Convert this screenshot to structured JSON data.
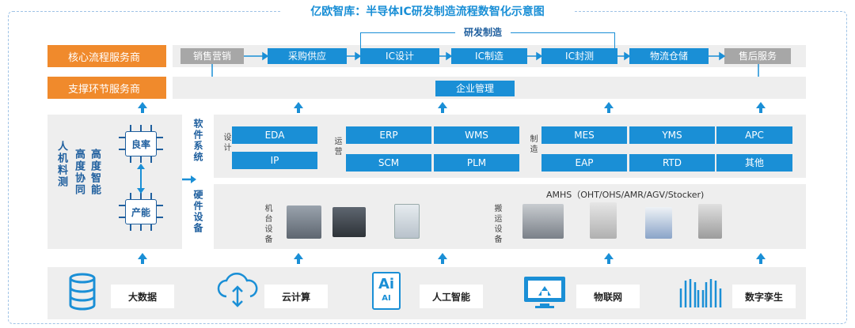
{
  "title": "亿欧智库：半导体IC研发制造流程数智化示意图",
  "rows": {
    "core": "核心流程服务商",
    "support": "支撑环节服务商"
  },
  "process": {
    "group_label": "研发制造",
    "steps": [
      "销售营销",
      "采购供应",
      "IC设计",
      "IC制造",
      "IC封测",
      "物流仓储",
      "售后服务"
    ],
    "enterprise": "企业管理"
  },
  "left_panel": {
    "col1": "人机料测",
    "col2": "高度协同",
    "col3": "高度智能",
    "chip1": "良率",
    "chip2": "产能"
  },
  "software": {
    "label": "软件系统",
    "design_label": "设计",
    "ops_label": "运营",
    "mfg_label": "制造",
    "items": [
      "EDA",
      "IP",
      "ERP",
      "WMS",
      "SCM",
      "PLM",
      "MES",
      "YMS",
      "APC",
      "EAP",
      "RTD",
      "其他"
    ]
  },
  "hardware": {
    "label": "硬件设备",
    "machine_label": "机台设备",
    "handling_label": "搬运设备",
    "amhs": "AMHS（OHT/OHS/AMR/AGV/Stocker)"
  },
  "tech": {
    "items": [
      "大数据",
      "云计算",
      "人工智能",
      "物联网",
      "数字孪生"
    ],
    "ai_icon_text": "Ai",
    "ai_icon_sub": "AI"
  },
  "colors": {
    "accent": "#1a8fd6",
    "orange": "#f08a2c",
    "gray_step": "#a7a7a7",
    "panel": "#eeeeee"
  }
}
